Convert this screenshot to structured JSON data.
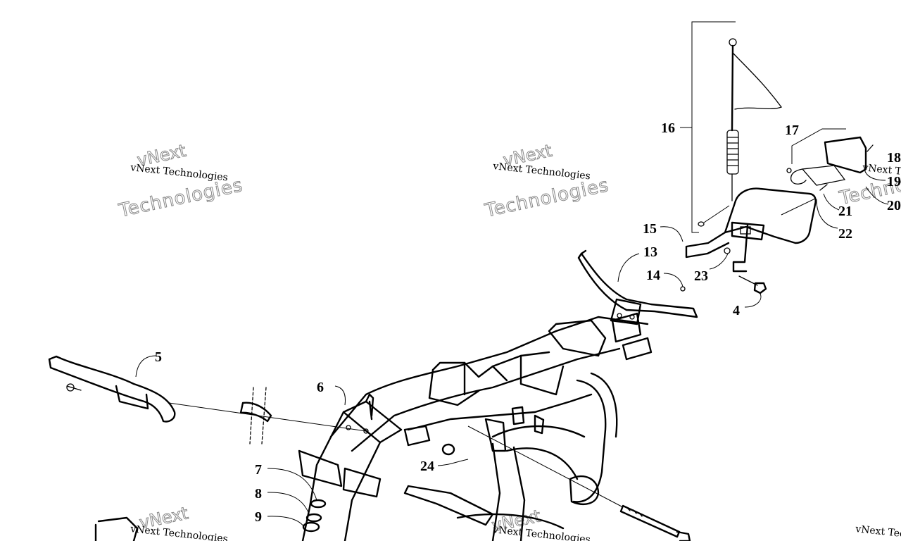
{
  "diagram": {
    "watermark_company": "vNext Technologies",
    "watermark_brand": "vNext",
    "watermark_word": "Technologies",
    "callouts": [
      "4",
      "5",
      "6",
      "7",
      "8",
      "9",
      "13",
      "14",
      "15",
      "16",
      "17",
      "18",
      "19",
      "20",
      "21",
      "22",
      "23",
      "24"
    ]
  }
}
